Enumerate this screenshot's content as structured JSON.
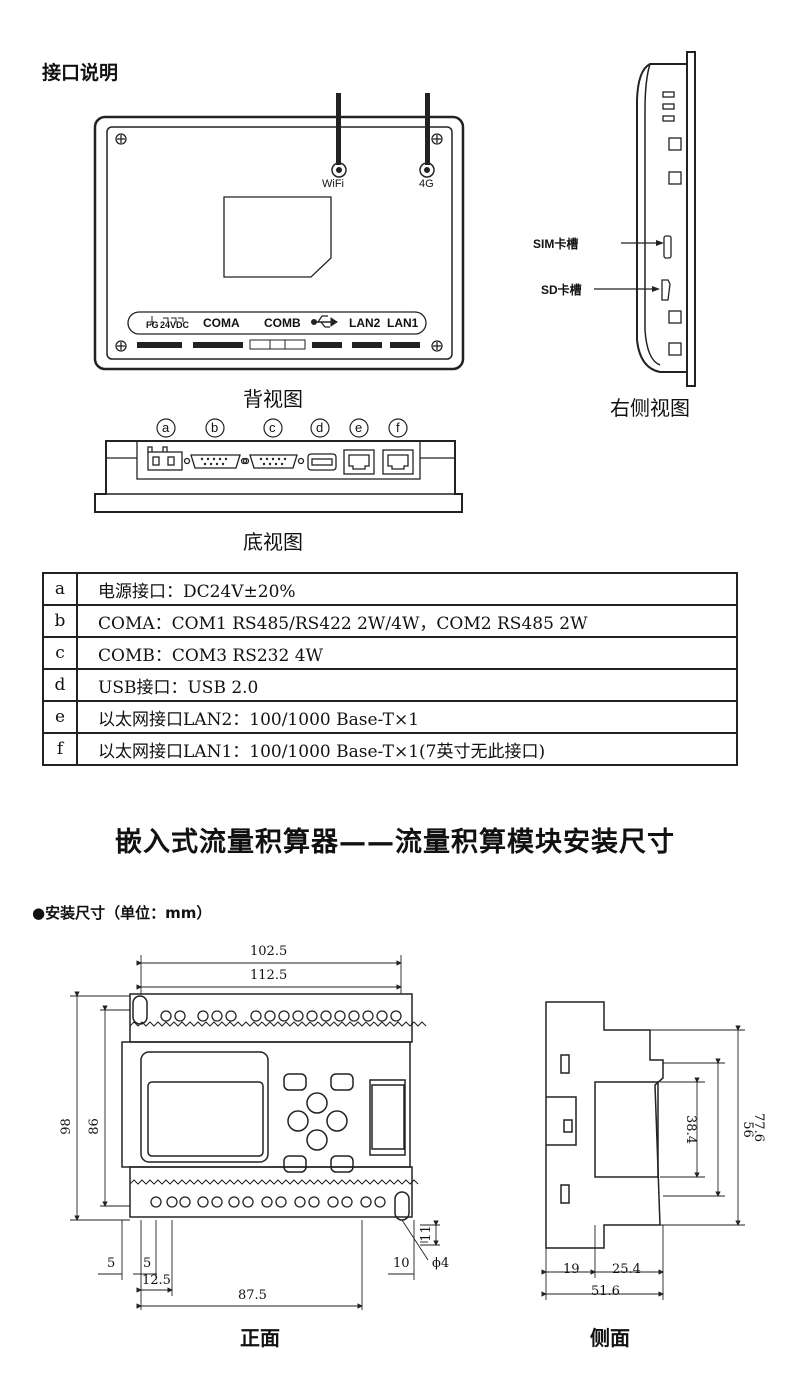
{
  "interface_section": {
    "title": "接口说明",
    "back_view_caption": "背视图",
    "right_view_caption": "右侧视图",
    "bottom_view_caption": "底视图",
    "antennas": [
      "WiFi",
      "4G"
    ],
    "back_ports": [
      "FG",
      "24VDC",
      "COMA",
      "COMB",
      "LAN2",
      "LAN1"
    ],
    "side_labels": [
      "SIM卡槽",
      "SD卡槽"
    ],
    "bottom_markers": [
      "a",
      "b",
      "c",
      "d",
      "e",
      "f"
    ]
  },
  "spec_table": [
    {
      "key": "a",
      "desc": "电源接口：DC24V±20%"
    },
    {
      "key": "b",
      "desc": "COMA：COM1 RS485/RS422 2W/4W，COM2 RS485 2W"
    },
    {
      "key": "c",
      "desc": "COMB：COM3 RS232 4W"
    },
    {
      "key": "d",
      "desc": "USB接口：USB 2.0"
    },
    {
      "key": "e",
      "desc": "以太网接口LAN2：100/1000 Base-T×1"
    },
    {
      "key": "f",
      "desc": "以太网接口LAN1：100/1000 Base-T×1(7英寸无此接口)"
    }
  ],
  "module_section": {
    "title": "嵌入式流量积算器——流量积算模块安装尺寸",
    "subtitle": "●安装尺寸（单位：mm）",
    "front_caption": "正面",
    "side_caption": "侧面",
    "front_dims": {
      "w1": "102.5",
      "w2": "112.5",
      "h1": "98",
      "h2": "86",
      "b1": "5",
      "b2": "5",
      "b3": "12.5",
      "b4": "87.5",
      "b5": "10",
      "b6": "11",
      "hole": "ϕ4"
    },
    "side_dims": {
      "h1": "38.4",
      "h2": "56",
      "h3": "77.6",
      "b1": "19",
      "b2": "25.4",
      "b3": "51.6"
    }
  }
}
